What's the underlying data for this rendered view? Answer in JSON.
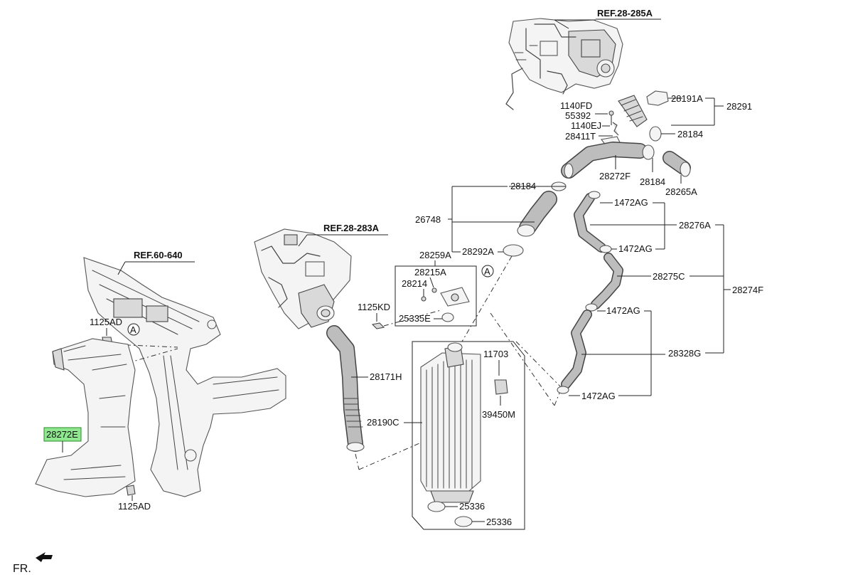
{
  "diagram": {
    "references": {
      "ref_285a": "REF.28-285A",
      "ref_283a": "REF.28-283A",
      "ref_640": "REF.60-640"
    },
    "front_marker": "FR.",
    "view_marker": "A",
    "labels": {
      "p28191a": "28191A",
      "p28291": "28291",
      "p1140fd": "1140FD",
      "p55392": "55392",
      "p1140ej": "1140EJ",
      "p28411t": "28411T",
      "p28184_top": "28184",
      "p28272f": "28272F",
      "p28184_mid": "28184",
      "p28265a": "28265A",
      "p28184_left": "28184",
      "p26748": "26748",
      "p28259a": "28259A",
      "p28292a": "28292A",
      "p28215a": "28215A",
      "p28214": "28214",
      "p1125kd": "1125KD",
      "p25335e": "25335E",
      "p1472ag_1": "1472AG",
      "p28276a": "28276A",
      "p1472ag_2": "1472AG",
      "p28275c": "28275C",
      "p28274f": "28274F",
      "p1472ag_3": "1472AG",
      "p28328g": "28328G",
      "p1472ag_4": "1472AG",
      "p11703": "11703",
      "p39450m": "39450M",
      "p28171h": "28171H",
      "p28190c": "28190C",
      "p25336_a": "25336",
      "p25336_b": "25336",
      "p1125ad_top": "1125AD",
      "p28272e": "28272E",
      "p1125ad_bot": "1125AD"
    },
    "highlight_color": "#8fe88f"
  }
}
